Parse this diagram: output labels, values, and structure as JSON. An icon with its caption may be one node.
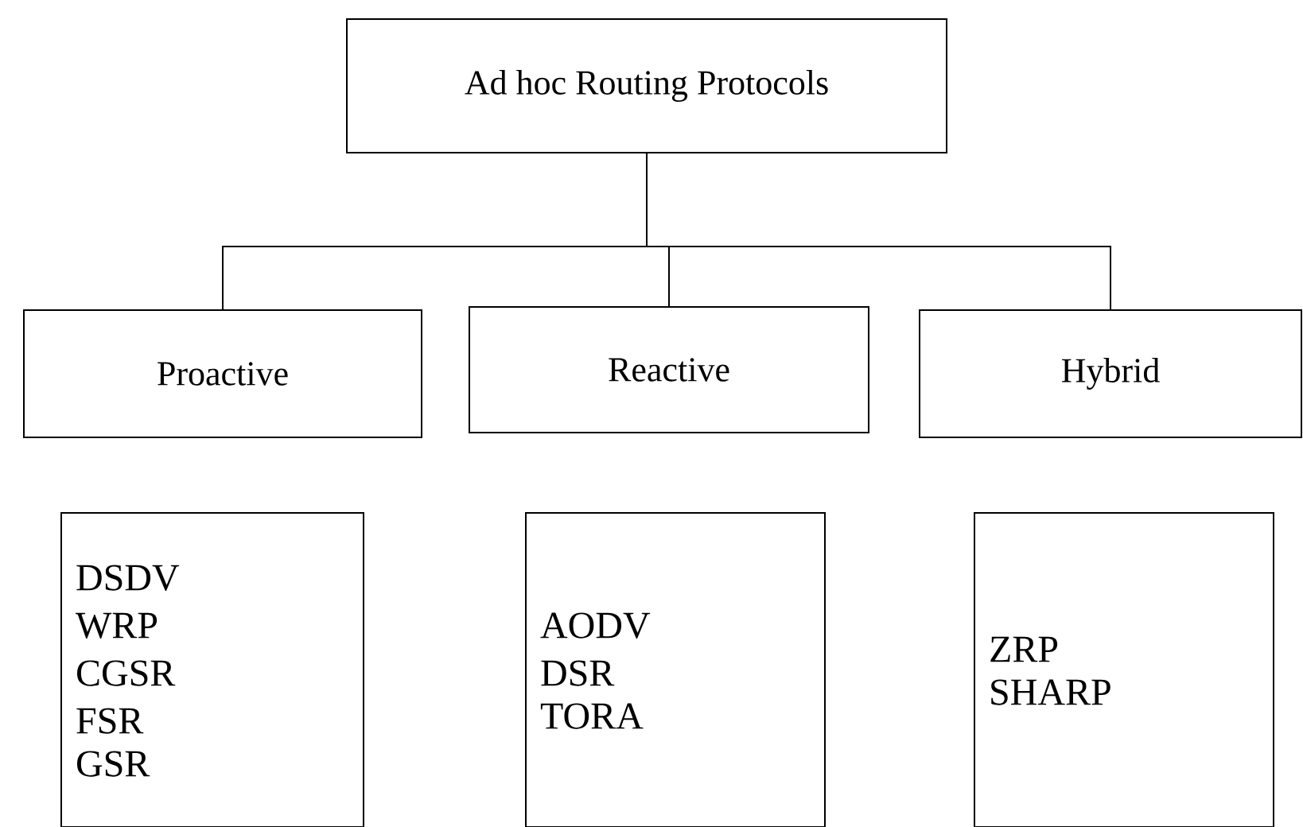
{
  "diagram": {
    "nodes": [
      {
        "text": [
          "Ad hoc Routing Protocols"
        ]
      },
      {
        "text": [
          "Proactive"
        ]
      },
      {
        "text": [
          "Reactive"
        ]
      },
      {
        "text": [
          "Hybrid"
        ]
      },
      {
        "text": [
          "DSDV",
          "WRP",
          "CGSR",
          "FSR",
          "GSR"
        ]
      },
      {
        "text": [
          "AODV",
          "DSR",
          "TORA"
        ]
      },
      {
        "text": [
          "ZRP",
          "SHARP"
        ]
      }
    ],
    "edges": [
      {
        "from": 0,
        "to": 1,
        "arrow": "none"
      },
      {
        "from": 0,
        "to": 2,
        "arrow": "none"
      },
      {
        "from": 0,
        "to": 3,
        "arrow": "none"
      }
    ]
  }
}
